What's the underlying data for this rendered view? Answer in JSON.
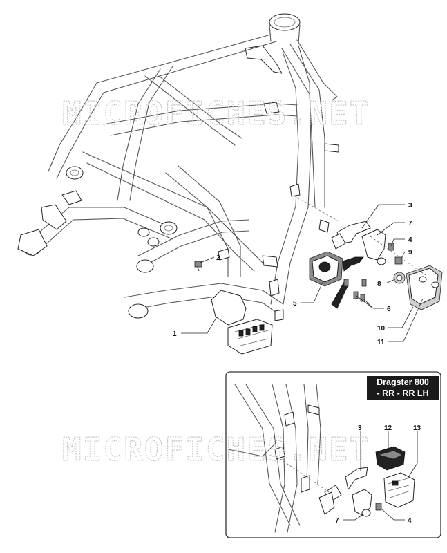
{
  "watermark": "MICROFICHES.NET",
  "inset": {
    "title_line1": "Dragster 800",
    "title_line2": "- RR - RR LH"
  },
  "callouts": {
    "c1": "1",
    "c2": "2",
    "c3": "3",
    "c4": "4",
    "c5": "5",
    "c6": "6",
    "c7": "7",
    "c8": "8",
    "c9": "9",
    "c10": "10",
    "c11": "11",
    "i3": "3",
    "i4": "4",
    "i7": "7",
    "i12": "12",
    "i13": "13"
  }
}
